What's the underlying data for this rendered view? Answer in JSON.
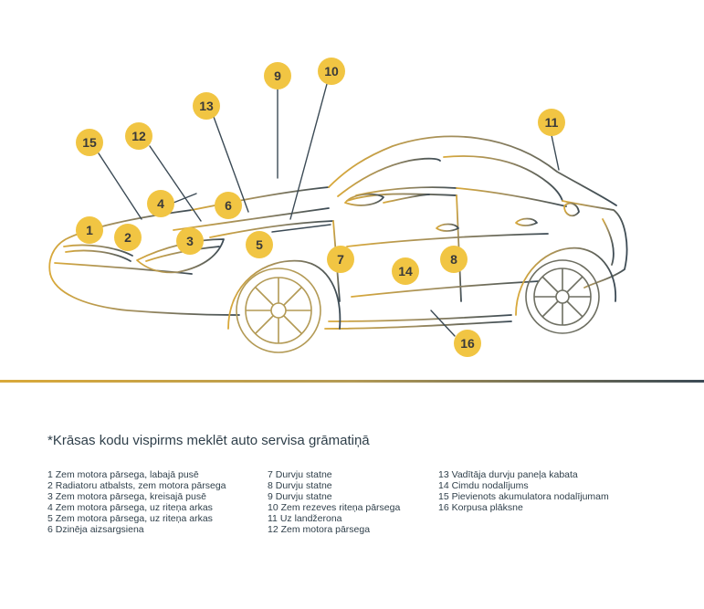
{
  "markers": [
    "1",
    "2",
    "3",
    "4",
    "5",
    "6",
    "7",
    "8",
    "9",
    "10",
    "11",
    "12",
    "13",
    "14",
    "15",
    "16"
  ],
  "note": "*Krāsas kodu vispirms meklēt auto servisa grāmatiņā",
  "legend": {
    "col1": [
      "1 Zem motora pārsega, labajā pusē",
      "2 Radiatoru atbalsts, zem motora pārsega",
      "3 Zem motora pārsega, kreisajā pusē",
      "4 Zem motora pārsega, uz riteņa arkas",
      "5  Zem motora pārsega, uz riteņa arkas",
      "6 Dzinēja aizsargsiena"
    ],
    "col2": [
      "7 Durvju statne",
      "8 Durvju statne",
      "9 Durvju statne",
      "10 Zem rezeves riteņa pārsega",
      "11 Uz landžerona",
      "12 Zem motora pārsega"
    ],
    "col3": [
      "13  Vadītāja durvju paneļa kabata",
      "14 Cimdu nodalījums",
      "15 Pievienots akumulatora nodalījumam",
      "16 Korpusa plāksne"
    ]
  },
  "colors": {
    "marker": "#f1c543",
    "gold": "#d9a93a",
    "slate": "#3b4a55",
    "text": "#2f3f4a"
  }
}
